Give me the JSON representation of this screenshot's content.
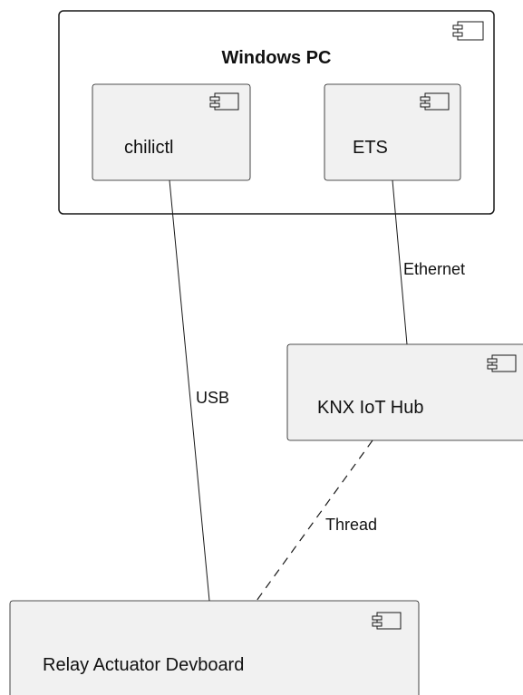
{
  "diagram": {
    "container": {
      "title": "Windows PC"
    },
    "components": {
      "chilictl": "chilictl",
      "ets": "ETS",
      "hub": "KNX IoT Hub",
      "relay": "Relay Actuator Devboard"
    },
    "connections": {
      "usb": "USB",
      "ethernet": "Ethernet",
      "thread": "Thread"
    }
  }
}
